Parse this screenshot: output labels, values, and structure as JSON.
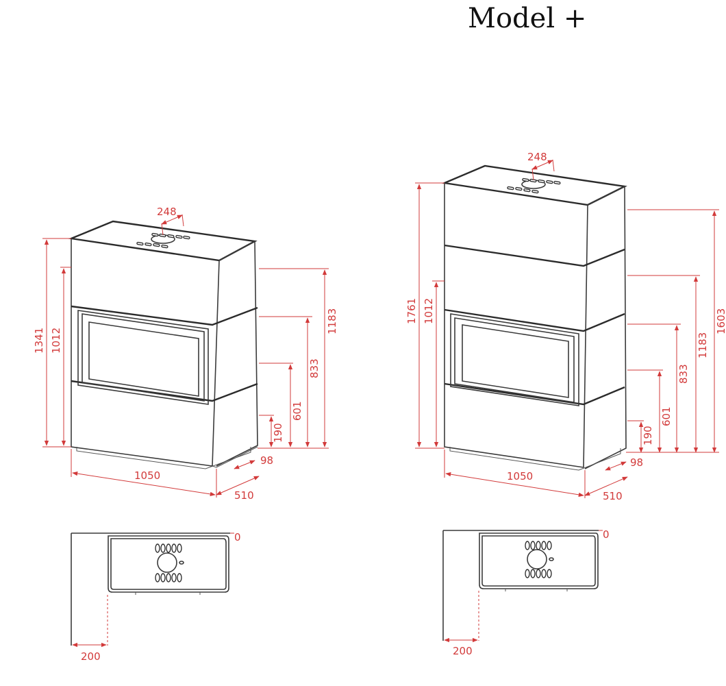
{
  "title": "Model +",
  "left": {
    "width": "1050",
    "depth": "510",
    "offset_98": "98",
    "top_outlet": "248",
    "h_total": "1341",
    "h_door": "1012",
    "h_1183": "1183",
    "h_833": "833",
    "h_601": "601",
    "h_190": "190",
    "wall_gap": "200",
    "top_gap": "0"
  },
  "right": {
    "width": "1050",
    "depth": "510",
    "offset_98": "98",
    "top_outlet": "248",
    "h_total": "1761",
    "h_door": "1012",
    "h_1603": "1603",
    "h_1183": "1183",
    "h_833": "833",
    "h_601": "601",
    "h_190": "190",
    "wall_gap": "200",
    "top_gap": "0"
  },
  "colors": {
    "dimension": "#d23a3a",
    "outline": "#3a3a3a"
  }
}
